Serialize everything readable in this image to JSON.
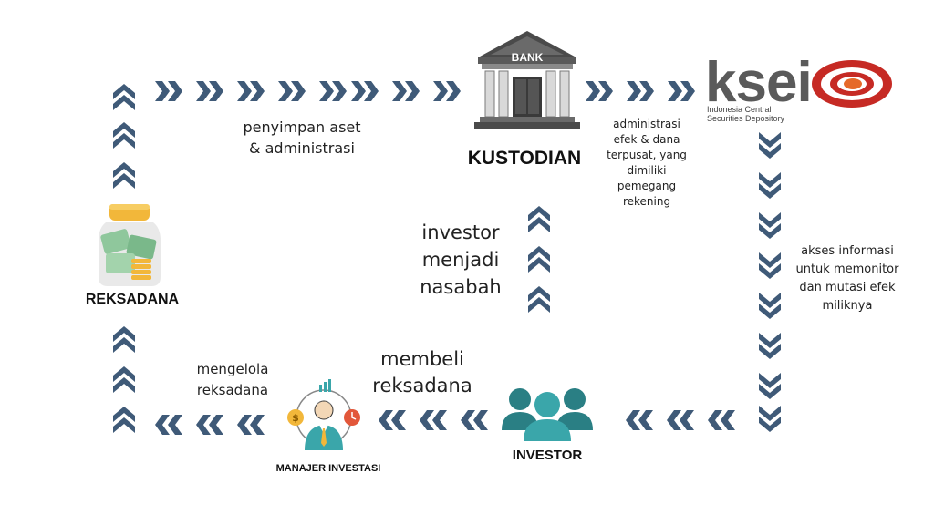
{
  "nodes": {
    "kustodian": "KUSTODIAN",
    "reksadana": "REKSADANA",
    "investor": "INVESTOR",
    "manajer": "MANAJER INVESTASI"
  },
  "edges": {
    "top_left": [
      "penyimpan aset",
      "& administrasi"
    ],
    "top_right": [
      "administrasi",
      "efek & dana",
      "terpusat, yang",
      "dimiliki",
      "pemegang",
      "rekening"
    ],
    "right": [
      "akses informasi",
      "untuk memonitor",
      "dan mutasi efek",
      "miliknya"
    ],
    "center": [
      "investor",
      "menjadi",
      "nasabah"
    ],
    "bottom_mid": [
      "membeli",
      "reksadana"
    ],
    "bottom_left": [
      "mengelola",
      "reksadana"
    ]
  },
  "bank_sign": "BANK",
  "ksei": {
    "word": "ksei",
    "sub1": "Indonesia Central",
    "sub2": "Securities Depository"
  },
  "colors": {
    "arrow": "#3f5a78",
    "arrow_light": "#6d8aa8",
    "teal": "#3aa6aa",
    "ksei_red": "#c62a24"
  }
}
